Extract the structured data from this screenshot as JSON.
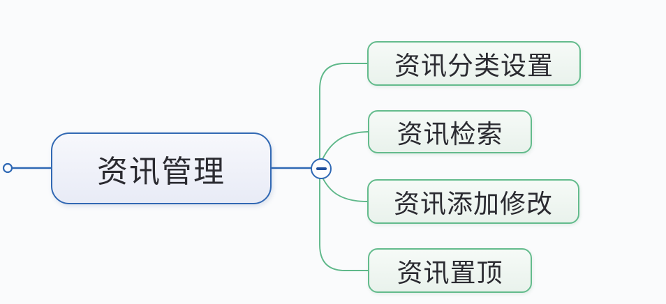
{
  "mindmap": {
    "root": {
      "label": "资讯管理"
    },
    "children": [
      {
        "label": "资讯分类设置"
      },
      {
        "label": "资讯检索"
      },
      {
        "label": "资讯添加修改"
      },
      {
        "label": "资讯置顶"
      }
    ],
    "expander": {
      "symbol": "−",
      "state": "expanded"
    },
    "colors": {
      "root_border": "#3168b3",
      "root_fill": "#edf0f8",
      "child_border": "#63bb8c",
      "child_fill": "#eef5f0",
      "connector_blue": "#2e68b4",
      "branch_green": "#5fb88a",
      "text": "#2b2b31",
      "background": "#fafbfc"
    }
  }
}
